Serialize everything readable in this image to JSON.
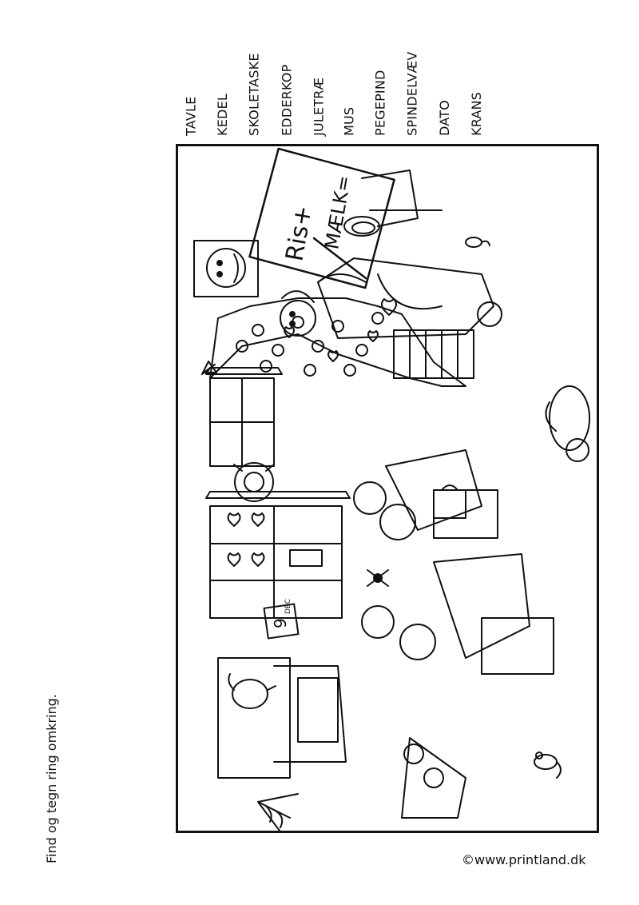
{
  "word_list": [
    "TAVLE",
    "KEDEL",
    "SKOLETASKE",
    "EDDERKOP",
    "JULETRÆ",
    "MUS",
    "PEGEPIND",
    "SPINDELVÆV",
    "DATO",
    "KRANS"
  ],
  "board_text": {
    "line1": "Ris+",
    "line2": "MÆLK="
  },
  "calendar": {
    "day": "9",
    "month": "DEC"
  },
  "instruction": "Find og tegn ring omkring.",
  "copyright": "©www.printland.dk"
}
